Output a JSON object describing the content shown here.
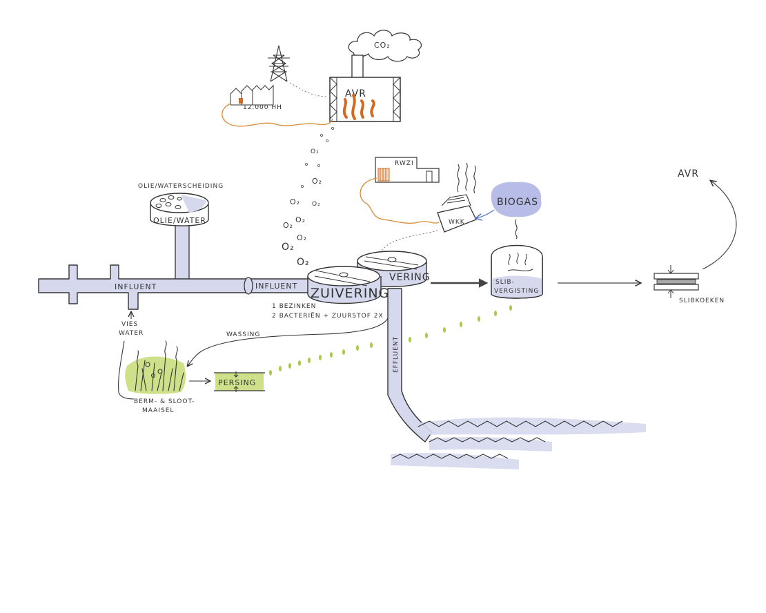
{
  "labels": {
    "co2": "CO₂",
    "avr_plant": "AVR",
    "households": "12.000 HH",
    "o2": "O₂",
    "rwzi": "RWZI",
    "oil_water_title": "OLIE/WATERSCHEIDING",
    "oil_water_tank": "OLIE/WATER",
    "biogas": "BIOGAS",
    "wkk": "WKK",
    "influent_1": "INFLUENT",
    "influent_2": "INFLUENT",
    "zuivering": "ZUIVERING",
    "vering": "VERING",
    "slibvergisting_1": "SLIB-",
    "slibvergisting_2": "VERGISTING",
    "avr_right": "AVR",
    "slibkoeken": "SLIBKOEKEN",
    "step_1": "1 BEZINKEN",
    "step_2": "2 BACTERIËN + ZUURSTOF 2X",
    "vies_1": "VIES",
    "vies_2": "WATER",
    "wassing": "WASSING",
    "effluent": "EFFLUENT",
    "persing": "PERSING",
    "berm_1": "BERM- & SLOOT-",
    "berm_2": "MAAISEL"
  },
  "colors": {
    "ink": "#333333",
    "pipe_fill": "#d6d9ee",
    "pipe_shadow": "#c5c9e6",
    "fire": "#d26b21",
    "cable": "#d98a35",
    "biogas_fill": "#b7bde6",
    "green": "#a8c94a",
    "green_light": "#cfe08a",
    "blue_arrow": "#5b79c9"
  }
}
